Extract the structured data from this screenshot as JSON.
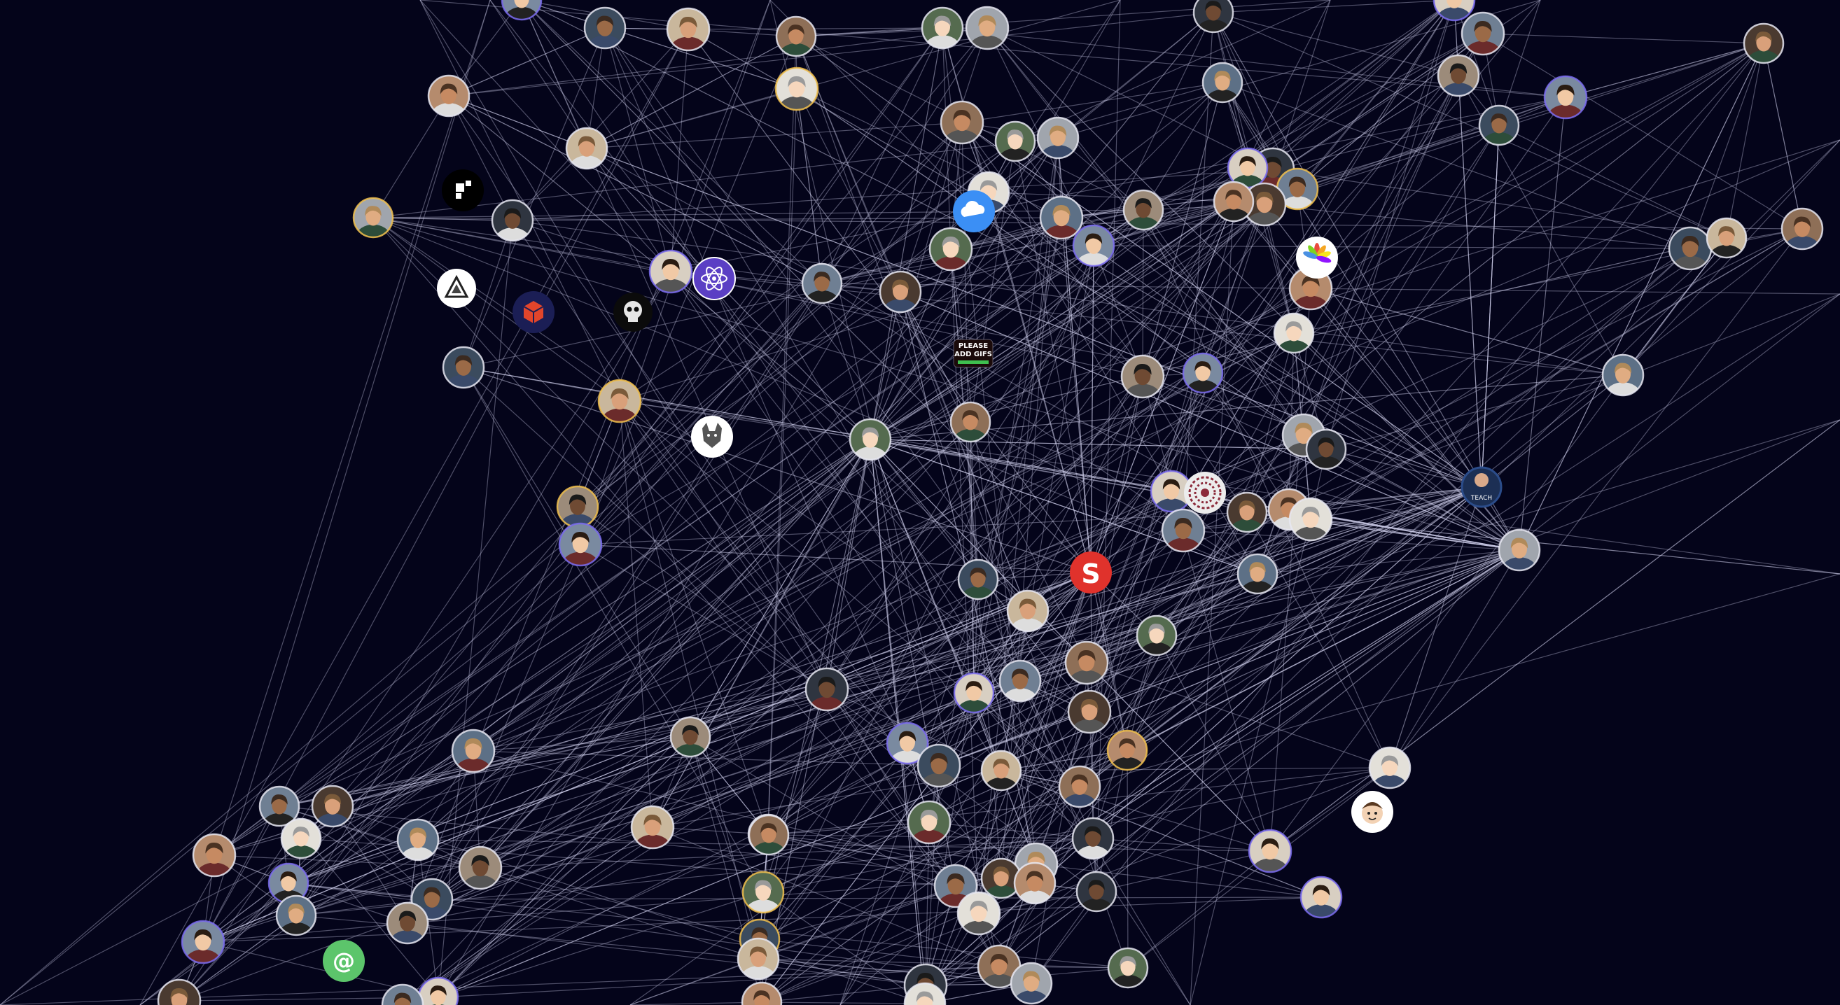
{
  "graph": {
    "background": "#04041a",
    "edge_color": "#c9c9e6",
    "node_count": 168,
    "special_nodes": [
      {
        "name": "please-add-gifs-node",
        "label_line1": "PLEASE",
        "label_line2": "ADD GIFS"
      },
      {
        "name": "letter-s-node",
        "label": "S",
        "color": "#e0322c"
      },
      {
        "name": "at-sign-node",
        "label": "@",
        "color": "#5cc56b"
      },
      {
        "name": "teach-shirt-node",
        "label": "TEACH"
      },
      {
        "name": "white-square-logo-node",
        "color": "#000000"
      },
      {
        "name": "red-cube-logo-node",
        "color": "#e2452b"
      },
      {
        "name": "purple-atom-logo-node",
        "color": "#5b3fc4"
      },
      {
        "name": "blue-cloud-logo-node",
        "color": "#3b8ff5"
      },
      {
        "name": "rainbow-pinwheel-logo-node"
      },
      {
        "name": "skull-node"
      },
      {
        "name": "wolf-node"
      },
      {
        "name": "triangle-logo-node"
      },
      {
        "name": "cartoon-face-node"
      },
      {
        "name": "mosaic-pattern-node"
      }
    ]
  }
}
